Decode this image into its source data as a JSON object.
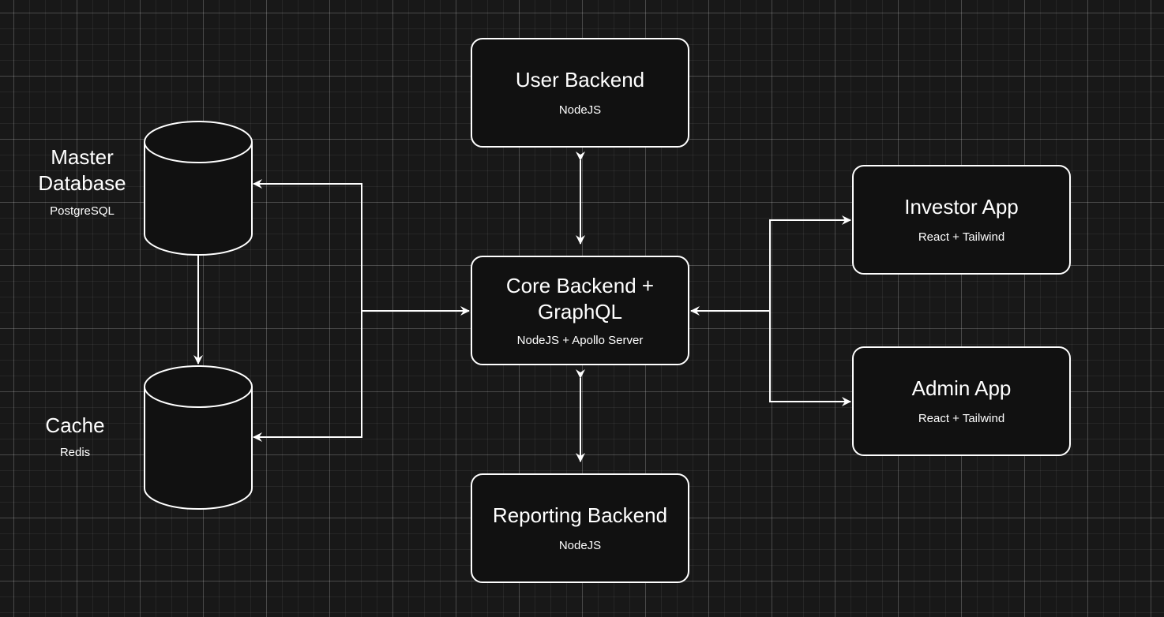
{
  "nodes": {
    "master_db": {
      "title": "Master\nDatabase",
      "subtitle": "PostgreSQL"
    },
    "cache": {
      "title": "Cache",
      "subtitle": "Redis"
    },
    "user_backend": {
      "title": "User Backend",
      "subtitle": "NodeJS"
    },
    "core_backend": {
      "title": "Core Backend +\nGraphQL",
      "subtitle": "NodeJS + Apollo Server"
    },
    "reporting_backend": {
      "title": "Reporting Backend",
      "subtitle": "NodeJS"
    },
    "investor_app": {
      "title": "Investor App",
      "subtitle": "React + Tailwind"
    },
    "admin_app": {
      "title": "Admin App",
      "subtitle": "React + Tailwind"
    }
  },
  "colors": {
    "background": "#181818",
    "stroke": "#ffffff",
    "node_fill": "#111111"
  }
}
